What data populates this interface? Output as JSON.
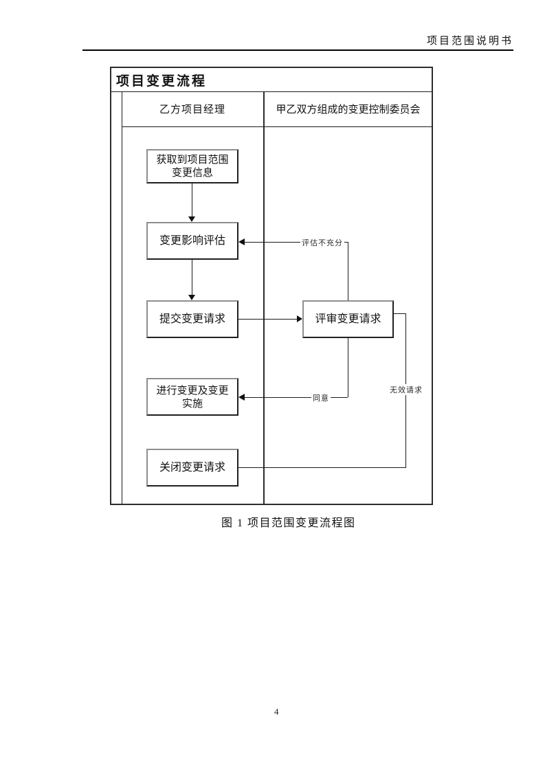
{
  "page": {
    "header": {
      "title": "项目范围说明书"
    },
    "footer": {
      "page_number": "4"
    }
  },
  "flowchart": {
    "title": "项目变更流程",
    "lanes": [
      {
        "label": "乙方项目经理"
      },
      {
        "label": "甲乙双方组成的变更控制委员会"
      }
    ],
    "nodes": {
      "acquire": {
        "line1": "获取到项目范围",
        "line2": "变更信息"
      },
      "assess": {
        "label": "变更影响评估"
      },
      "submit": {
        "label": "提交变更请求"
      },
      "review": {
        "label": "评审变更请求"
      },
      "implement": {
        "line1": "进行变更及变更",
        "line2": "实施"
      },
      "close": {
        "label": "关闭变更请求"
      }
    },
    "edge_labels": {
      "insufficient": "评估不充分",
      "agree": "同意",
      "invalid": "无效请求"
    },
    "caption": "图 1 项目范围变更流程图"
  },
  "colors": {
    "ink": "#1a1a1a",
    "frame_border": "#2b2b2b",
    "node_border_light": "#8e8e8e",
    "node_border_dark": "#1f1f1f",
    "background": "#ffffff"
  }
}
